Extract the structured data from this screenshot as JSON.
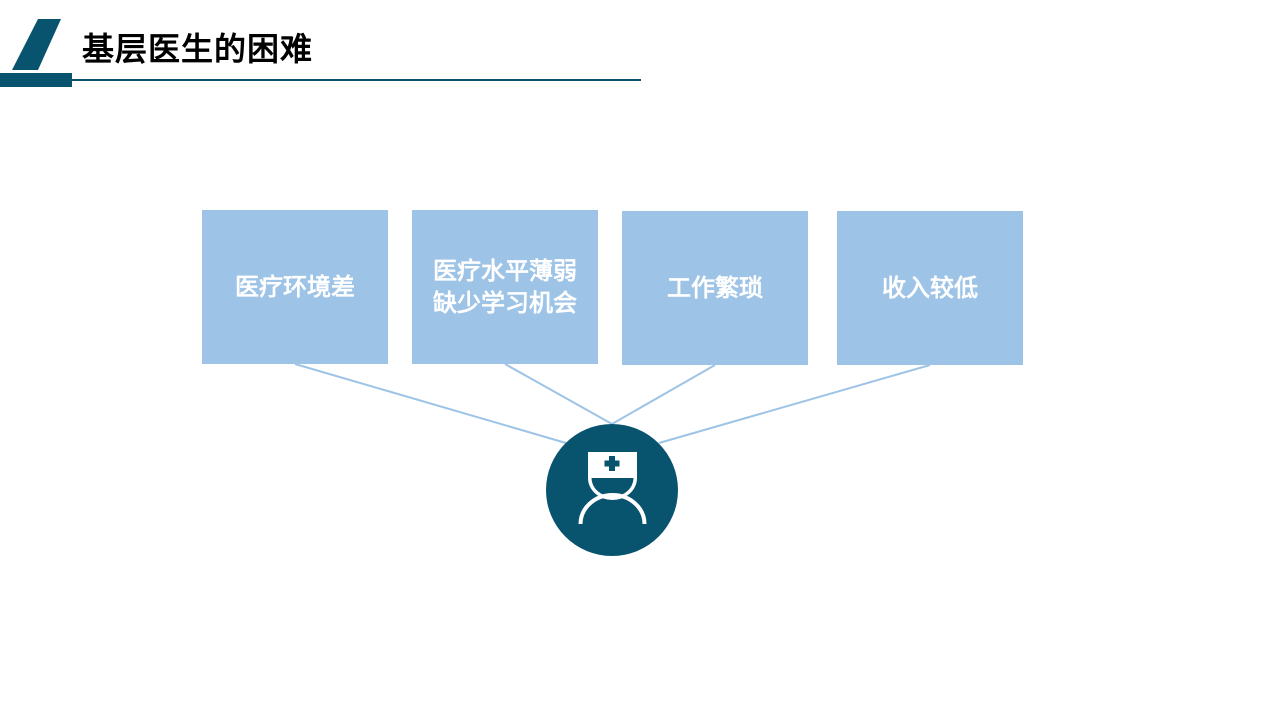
{
  "title": "基层医生的困难",
  "colors": {
    "accent": "#08546f",
    "box": "#9dc3e6",
    "line": "#9dc3e6"
  },
  "center_icon": "doctor-nurse-icon",
  "boxes": [
    {
      "lines": [
        "医疗环境差"
      ]
    },
    {
      "lines": [
        "医疗水平薄弱",
        "缺少学习机会"
      ]
    },
    {
      "lines": [
        "工作繁琐"
      ]
    },
    {
      "lines": [
        "收入较低"
      ]
    }
  ]
}
